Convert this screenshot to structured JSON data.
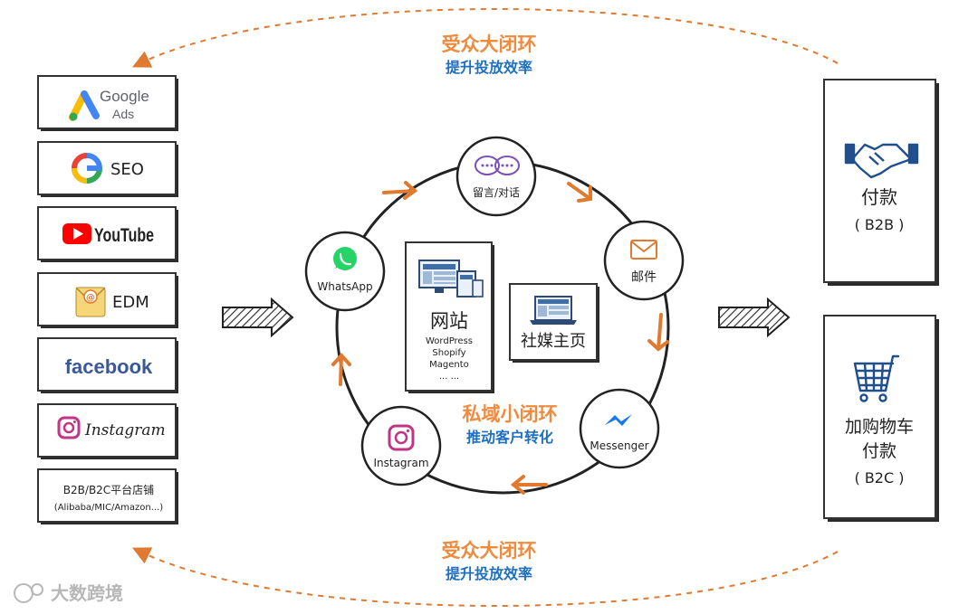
{
  "top_loop": {
    "title": "受众大闭环",
    "subtitle": "提升投放效率"
  },
  "bottom_loop": {
    "title": "受众大闭环",
    "subtitle": "提升投放效率"
  },
  "channels": {
    "google_ads": {
      "word": "Google",
      "sub": "Ads"
    },
    "seo": "SEO",
    "youtube": "YouTube",
    "edm": "EDM",
    "facebook": "facebook",
    "instagram": "Instagram",
    "platform": {
      "line1": "B2B/B2C平台店铺",
      "line2": "(Alibaba/MIC/Amazon...)"
    }
  },
  "cycle": {
    "nodes": {
      "chat": "留言/对话",
      "email": "邮件",
      "messenger": "Messenger",
      "instagram": "Instagram",
      "whatsapp": "WhatsApp"
    },
    "website": {
      "title": "网站",
      "platforms": [
        "WordPress",
        "Shopify",
        "Magento",
        "... ..."
      ]
    },
    "social_home": "社媒主页",
    "center_title": "私域小闭环",
    "center_subtitle": "推动客户转化"
  },
  "outcomes": {
    "b2b": {
      "line1": "付款",
      "line2": "( B2B )"
    },
    "b2c": {
      "line1": "加购物车",
      "line2": "付款",
      "line3": "( B2C )"
    }
  },
  "watermark": "大数跨境",
  "colors": {
    "orange": "#f08a3c",
    "blue": "#1f6fc0",
    "arrow_orange": "#e07a30",
    "ink": "#222222"
  }
}
